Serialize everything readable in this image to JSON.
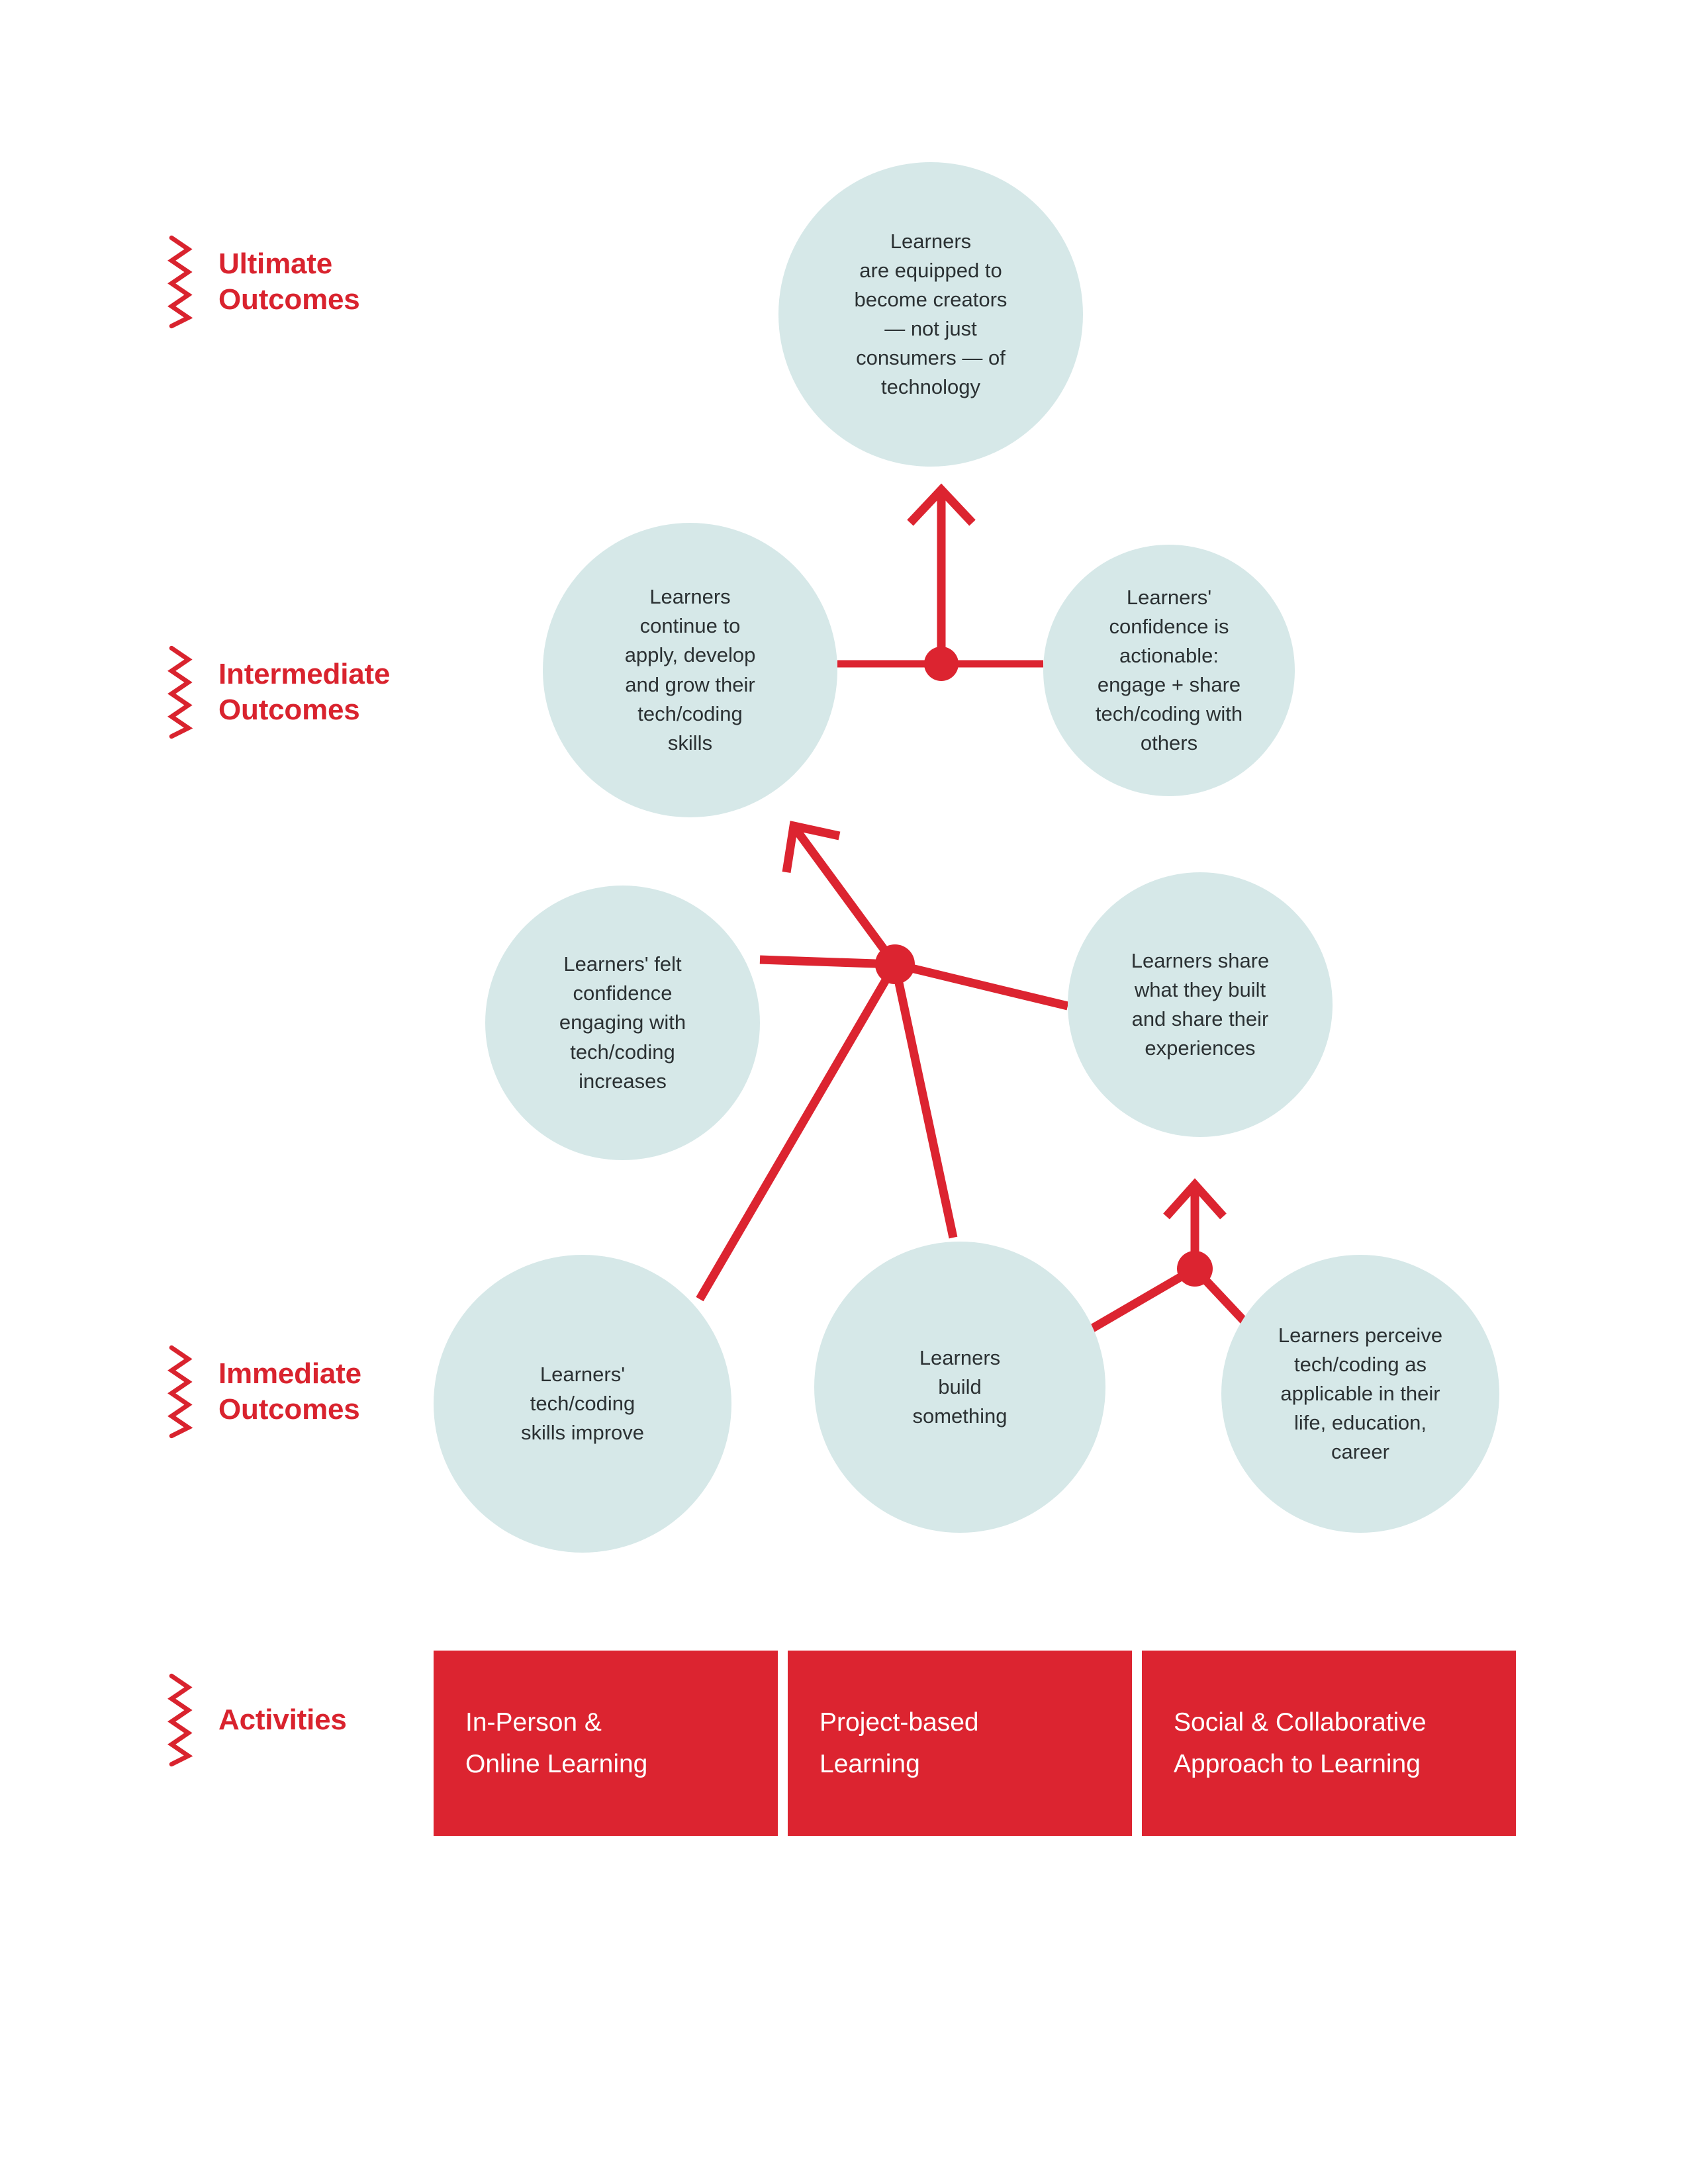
{
  "colors": {
    "brand_red": "#dc2430",
    "label_red": "#d9232e",
    "circle_fill": "#d6e8e8",
    "body_text": "#2b3133",
    "page_background": "#ffffff"
  },
  "row_labels": [
    {
      "id": "ultimate",
      "text": "Ultimate\nOutcomes",
      "icon": "zigzag-icon"
    },
    {
      "id": "intermediate",
      "text": "Intermediate\nOutcomes",
      "icon": "zigzag-icon"
    },
    {
      "id": "immediate",
      "text": "Immediate\nOutcomes",
      "icon": "zigzag-icon"
    },
    {
      "id": "activities",
      "text": "Activities",
      "icon": "zigzag-icon"
    }
  ],
  "nodes": [
    {
      "id": "ultimate-creators",
      "tier": "ultimate",
      "text": "Learners\nare equipped to\nbecome creators\n— not just\nconsumers — of\ntechnology"
    },
    {
      "id": "intermediate-apply-grow",
      "tier": "intermediate",
      "text": "Learners\ncontinue to\napply, develop\nand grow their\ntech/coding\nskills"
    },
    {
      "id": "intermediate-confidence-actionable",
      "tier": "intermediate",
      "text": "Learners'\nconfidence is\nactionable:\nengage + share\ntech/coding with\nothers"
    },
    {
      "id": "intermediate-felt-confidence",
      "tier": "intermediate",
      "text": "Learners' felt\nconfidence\nengaging with\ntech/coding\nincreases"
    },
    {
      "id": "intermediate-share-built",
      "tier": "intermediate",
      "text": "Learners share\nwhat they built\nand share their\nexperiences"
    },
    {
      "id": "immediate-skills-improve",
      "tier": "immediate",
      "text": "Learners'\ntech/coding\nskills improve"
    },
    {
      "id": "immediate-build-something",
      "tier": "immediate",
      "text": "Learners\nbuild\nsomething"
    },
    {
      "id": "immediate-perceive-applicable",
      "tier": "immediate",
      "text": "Learners perceive\ntech/coding as\napplicable in their\nlife, education,\ncareer"
    }
  ],
  "activities": [
    {
      "id": "activity-in-person-online",
      "text": "In-Person &\nOnline Learning"
    },
    {
      "id": "activity-project-based",
      "text": "Project-based\nLearning"
    },
    {
      "id": "activity-social-collab",
      "text": "Social & Collaborative\nApproach to Learning"
    }
  ]
}
